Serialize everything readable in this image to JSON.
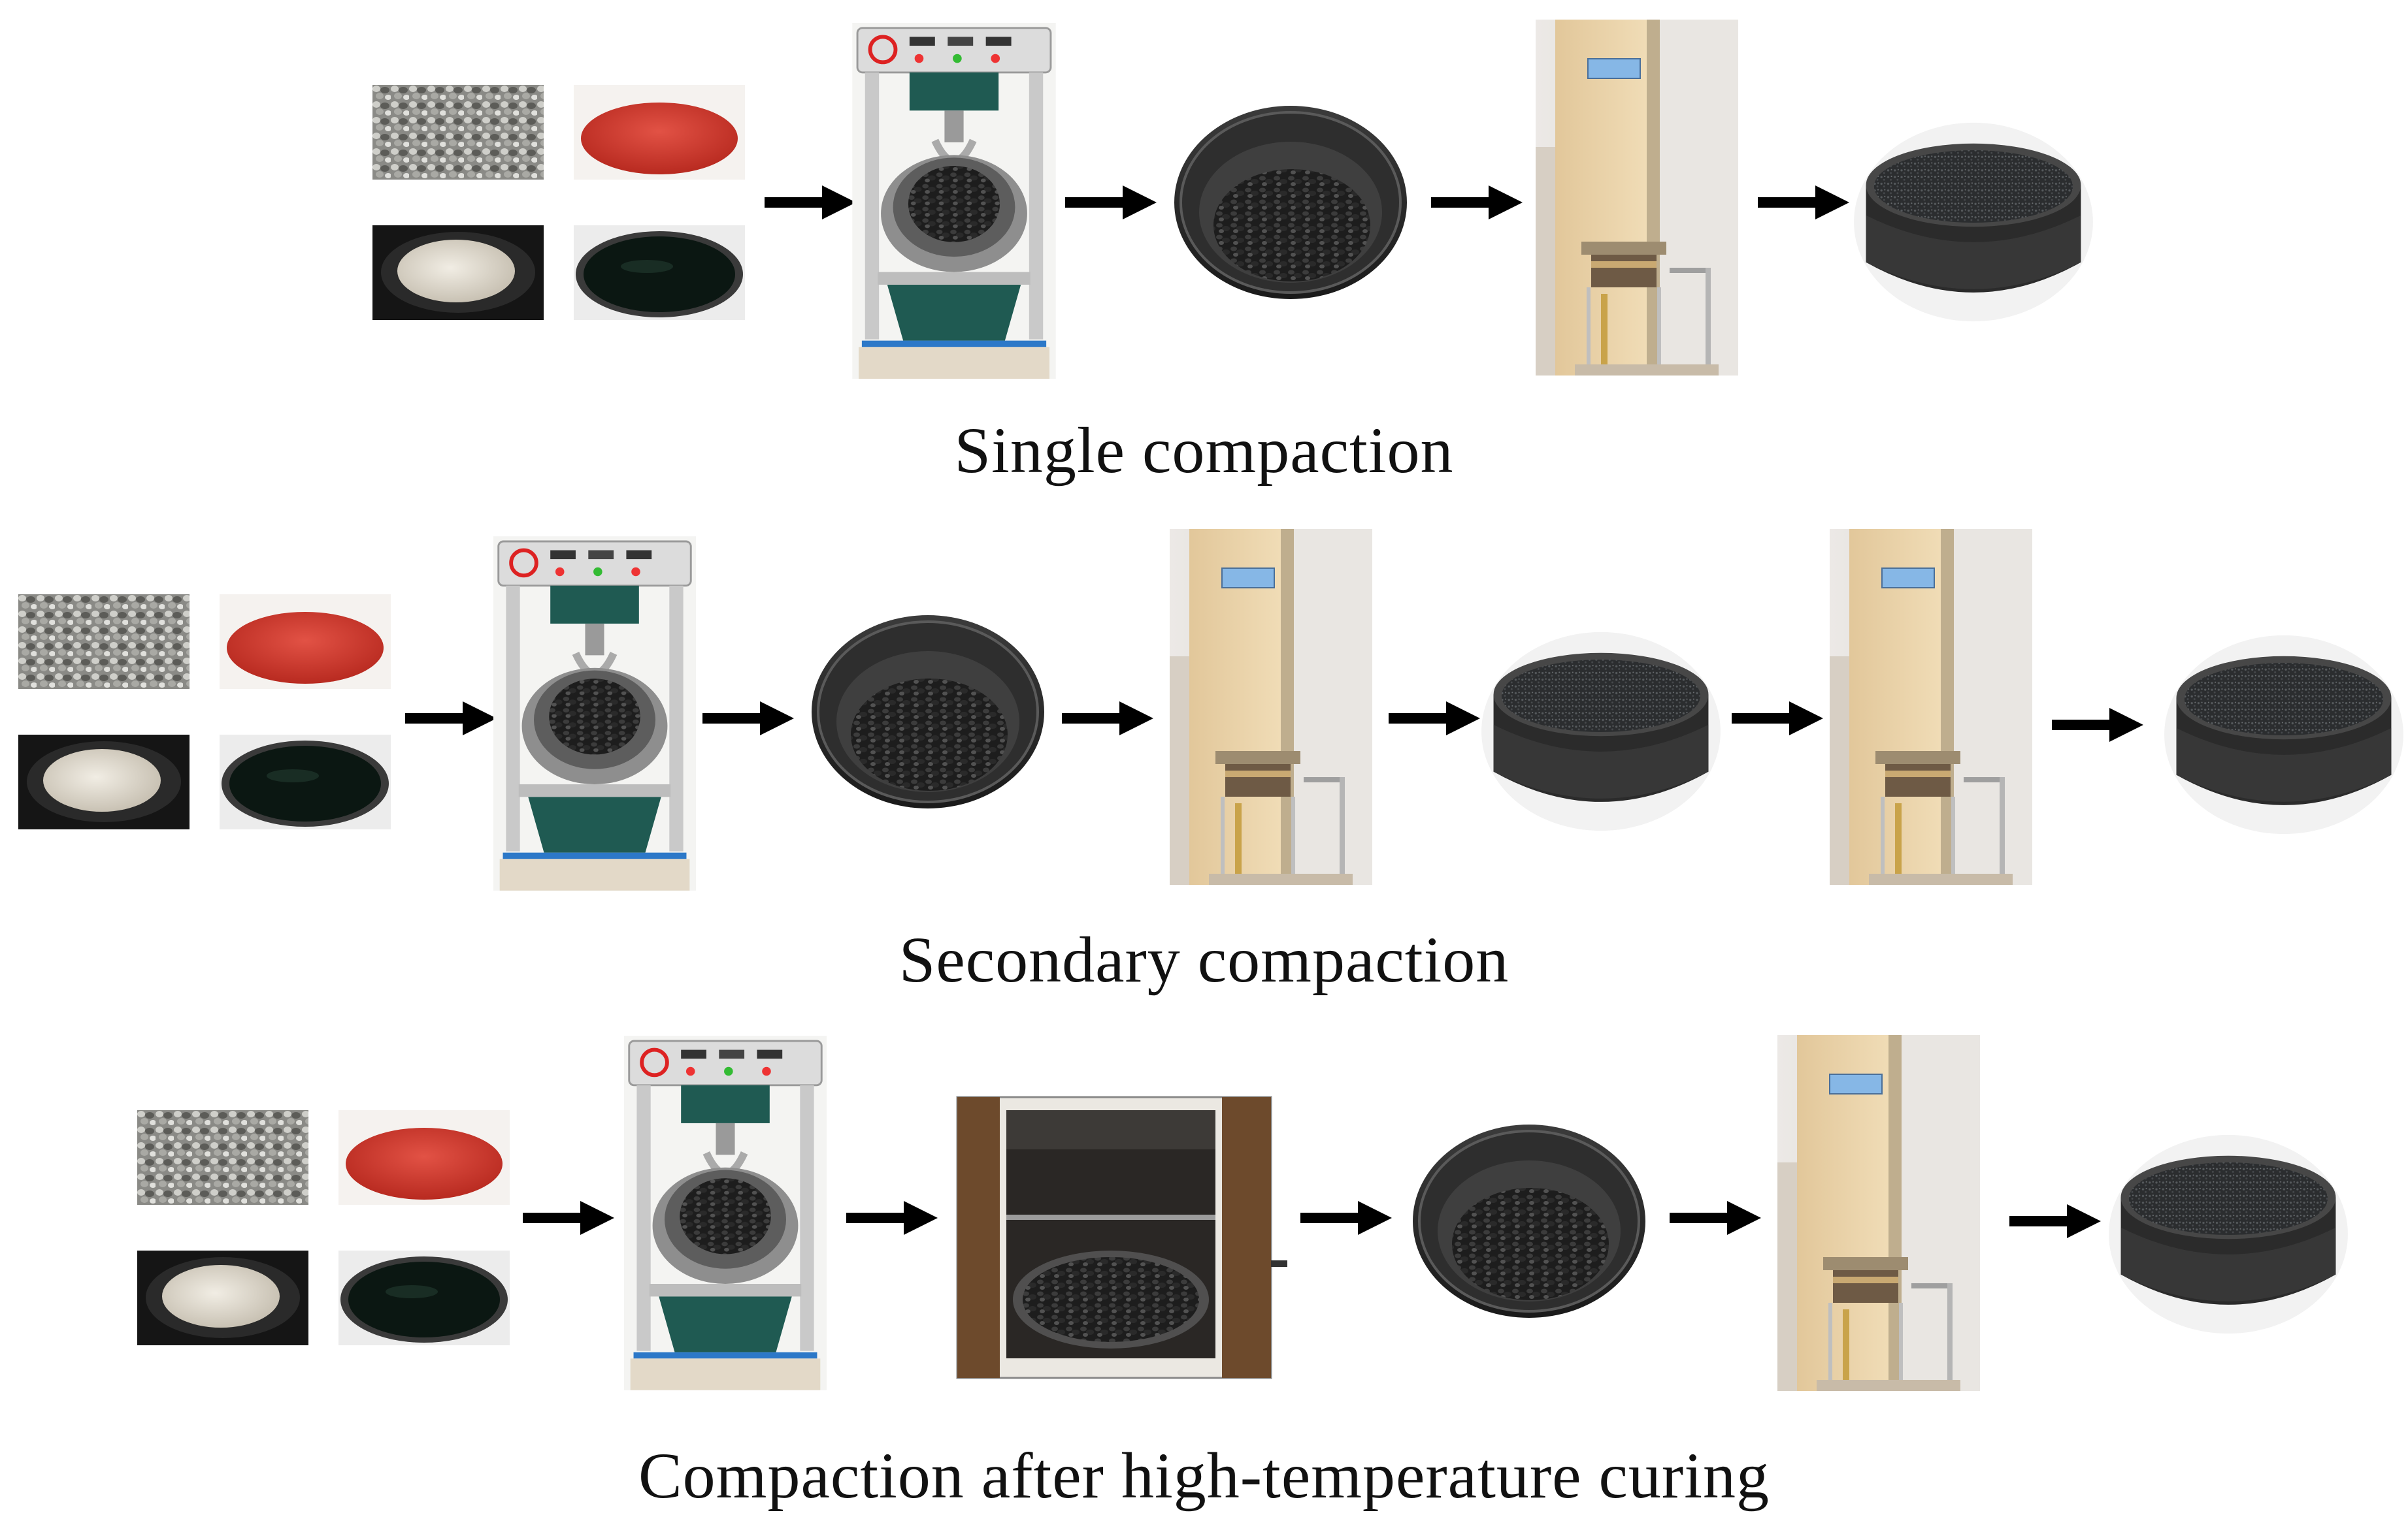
{
  "captions": {
    "row1": "Single compaction",
    "row2": "Secondary compaction",
    "row3": "Compaction after high-temperature curing"
  },
  "colors": {
    "rubber": "#d43a2e",
    "aggregate": "#8d8d88",
    "mineral_powder": "#e2ddd3",
    "asphalt": "#0d1510",
    "mixer_teal": "#1f5a52",
    "compactor_beige": "#e7cfa3",
    "arrow": "#000000"
  },
  "icons": [
    "aggregate-photo",
    "crumb-rubber-photo",
    "mineral-powder-photo",
    "asphalt-binder-photo",
    "mixer-photo",
    "bowl-photo",
    "compactor-photo",
    "oven-photo",
    "sample-photo",
    "arrow-icon"
  ]
}
